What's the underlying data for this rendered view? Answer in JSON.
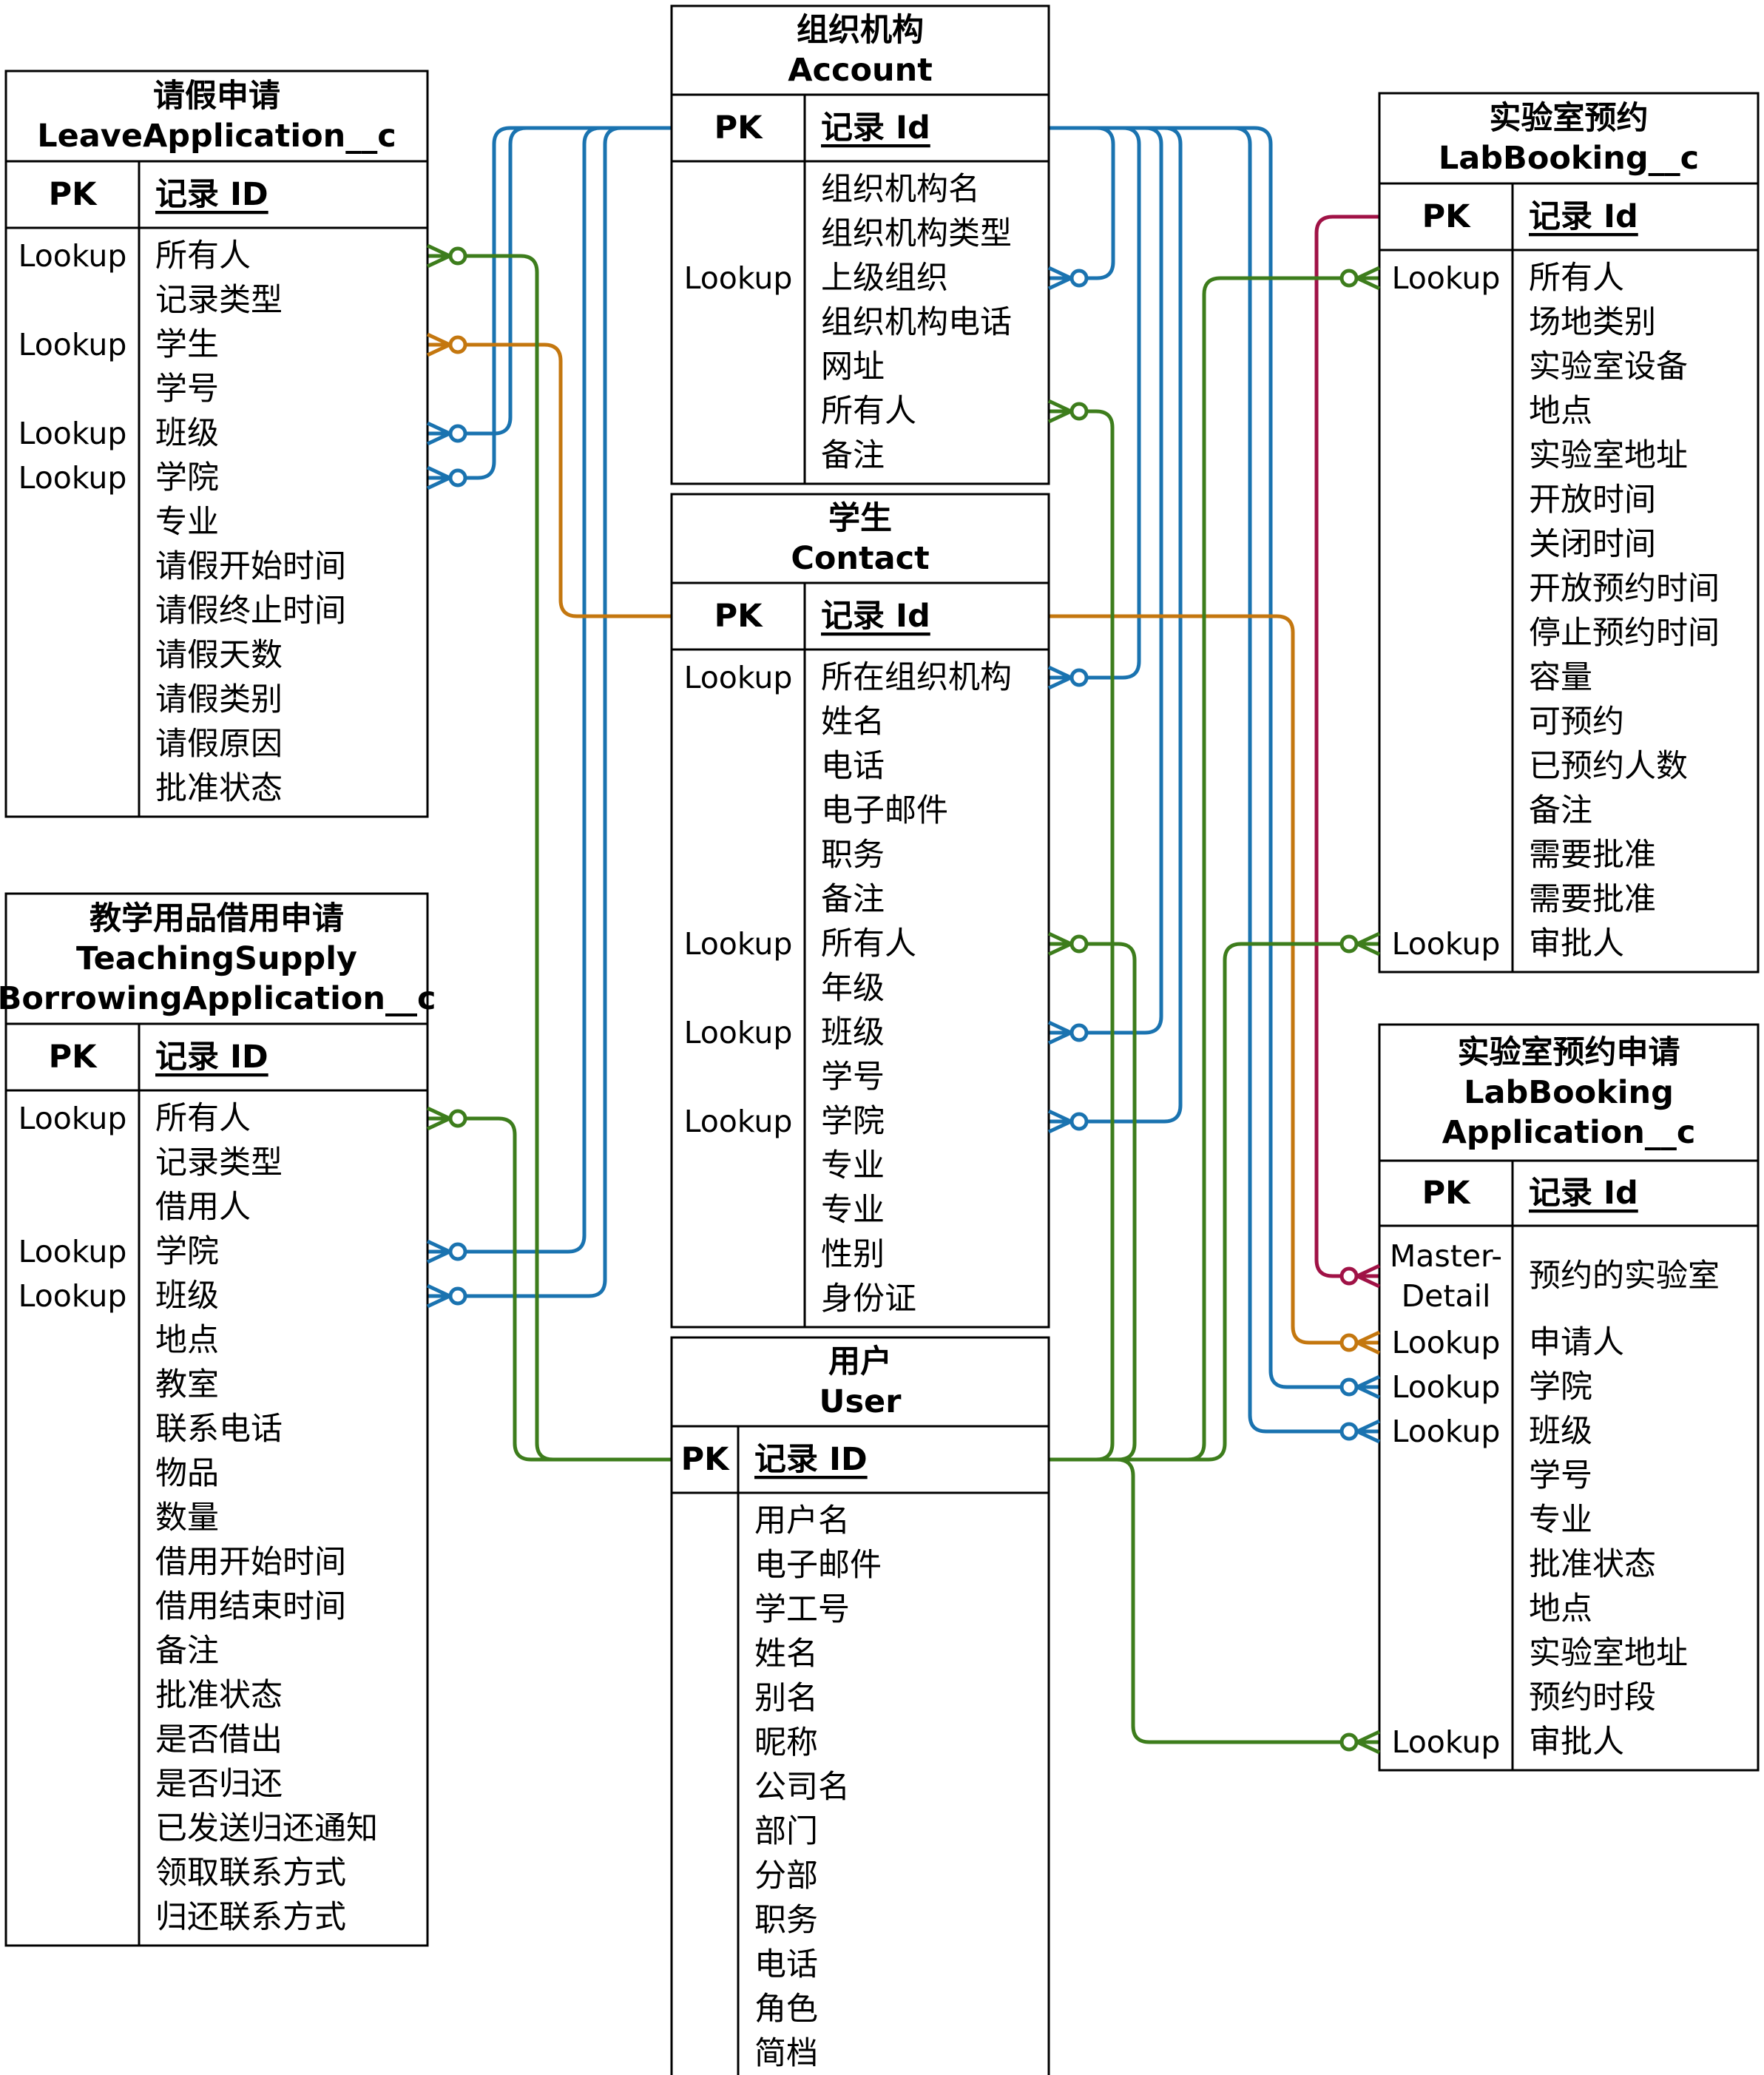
{
  "colors": {
    "line": "#000000",
    "account_rel": "#1a73b0",
    "user_rel": "#3d7d1c",
    "contact_rel": "#c4770f",
    "master_detail_rel": "#a01246"
  },
  "entities": {
    "leave": {
      "title_cn": "请假申请",
      "title_en": [
        "LeaveApplication__c"
      ],
      "pk_label": "PK",
      "pk_field": "记录 ID",
      "fields": [
        {
          "key": "Lookup",
          "name": "所有人"
        },
        {
          "key": "",
          "name": "记录类型"
        },
        {
          "key": "Lookup",
          "name": "学生"
        },
        {
          "key": "",
          "name": "学号"
        },
        {
          "key": "Lookup",
          "name": "班级"
        },
        {
          "key": "Lookup",
          "name": "学院"
        },
        {
          "key": "",
          "name": "专业"
        },
        {
          "key": "",
          "name": "请假开始时间"
        },
        {
          "key": "",
          "name": "请假终止时间"
        },
        {
          "key": "",
          "name": "请假天数"
        },
        {
          "key": "",
          "name": "请假类别"
        },
        {
          "key": "",
          "name": "请假原因"
        },
        {
          "key": "",
          "name": "批准状态"
        }
      ]
    },
    "teaching": {
      "title_cn": "教学用品借用申请",
      "title_en": [
        "TeachingSupply",
        "BorrowingApplication__c"
      ],
      "pk_label": "PK",
      "pk_field": "记录 ID",
      "fields": [
        {
          "key": "Lookup",
          "name": "所有人"
        },
        {
          "key": "",
          "name": "记录类型"
        },
        {
          "key": "",
          "name": "借用人"
        },
        {
          "key": "Lookup",
          "name": "学院"
        },
        {
          "key": "Lookup",
          "name": "班级"
        },
        {
          "key": "",
          "name": "地点"
        },
        {
          "key": "",
          "name": "教室"
        },
        {
          "key": "",
          "name": "联系电话"
        },
        {
          "key": "",
          "name": "物品"
        },
        {
          "key": "",
          "name": "数量"
        },
        {
          "key": "",
          "name": "借用开始时间"
        },
        {
          "key": "",
          "name": "借用结束时间"
        },
        {
          "key": "",
          "name": "备注"
        },
        {
          "key": "",
          "name": "批准状态"
        },
        {
          "key": "",
          "name": "是否借出"
        },
        {
          "key": "",
          "name": "是否归还"
        },
        {
          "key": "",
          "name": "已发送归还通知"
        },
        {
          "key": "",
          "name": "领取联系方式"
        },
        {
          "key": "",
          "name": "归还联系方式"
        }
      ]
    },
    "account": {
      "title_cn": "组织机构",
      "title_en": [
        "Account"
      ],
      "pk_label": "PK",
      "pk_field": "记录 Id",
      "fields": [
        {
          "key": "",
          "name": "组织机构名"
        },
        {
          "key": "",
          "name": "组织机构类型"
        },
        {
          "key": "Lookup",
          "name": "上级组织"
        },
        {
          "key": "",
          "name": "组织机构电话"
        },
        {
          "key": "",
          "name": "网址"
        },
        {
          "key": "",
          "name": "所有人"
        },
        {
          "key": "",
          "name": "备注"
        }
      ]
    },
    "contact": {
      "title_cn": "学生",
      "title_en": [
        "Contact"
      ],
      "pk_label": "PK",
      "pk_field": "记录 Id",
      "fields": [
        {
          "key": "Lookup",
          "name": "所在组织机构"
        },
        {
          "key": "",
          "name": "姓名"
        },
        {
          "key": "",
          "name": "电话"
        },
        {
          "key": "",
          "name": "电子邮件"
        },
        {
          "key": "",
          "name": "职务"
        },
        {
          "key": "",
          "name": "备注"
        },
        {
          "key": "Lookup",
          "name": "所有人"
        },
        {
          "key": "",
          "name": "年级"
        },
        {
          "key": "Lookup",
          "name": "班级"
        },
        {
          "key": "",
          "name": "学号"
        },
        {
          "key": "Lookup",
          "name": "学院"
        },
        {
          "key": "",
          "name": "专业"
        },
        {
          "key": "",
          "name": "专业"
        },
        {
          "key": "",
          "name": "性别"
        },
        {
          "key": "",
          "name": "身份证"
        }
      ]
    },
    "user": {
      "title_cn": "用户",
      "title_en": [
        "User"
      ],
      "pk_label": "PK",
      "pk_field": "记录 ID",
      "fields": [
        {
          "key": "",
          "name": "用户名"
        },
        {
          "key": "",
          "name": "电子邮件"
        },
        {
          "key": "",
          "name": "学工号"
        },
        {
          "key": "",
          "name": "姓名"
        },
        {
          "key": "",
          "name": "别名"
        },
        {
          "key": "",
          "name": "昵称"
        },
        {
          "key": "",
          "name": "公司名"
        },
        {
          "key": "",
          "name": "部门"
        },
        {
          "key": "",
          "name": "分部"
        },
        {
          "key": "",
          "name": "职务"
        },
        {
          "key": "",
          "name": "电话"
        },
        {
          "key": "",
          "name": "角色"
        },
        {
          "key": "",
          "name": "简档"
        }
      ]
    },
    "lab": {
      "title_cn": "实验室预约",
      "title_en": [
        "LabBooking__c"
      ],
      "pk_label": "PK",
      "pk_field": "记录 Id",
      "fields": [
        {
          "key": "Lookup",
          "name": "所有人"
        },
        {
          "key": "",
          "name": "场地类别"
        },
        {
          "key": "",
          "name": "实验室设备"
        },
        {
          "key": "",
          "name": "地点"
        },
        {
          "key": "",
          "name": "实验室地址"
        },
        {
          "key": "",
          "name": "开放时间"
        },
        {
          "key": "",
          "name": "关闭时间"
        },
        {
          "key": "",
          "name": "开放预约时间"
        },
        {
          "key": "",
          "name": "停止预约时间"
        },
        {
          "key": "",
          "name": "容量"
        },
        {
          "key": "",
          "name": "可预约"
        },
        {
          "key": "",
          "name": "已预约人数"
        },
        {
          "key": "",
          "name": "备注"
        },
        {
          "key": "",
          "name": "需要批准"
        },
        {
          "key": "",
          "name": "需要批准"
        },
        {
          "key": "Lookup",
          "name": "审批人"
        }
      ]
    },
    "labapp": {
      "title_cn": "实验室预约申请",
      "title_en": [
        "LabBooking",
        "Application__c"
      ],
      "pk_label": "PK",
      "pk_field": "记录 Id",
      "fields": [
        {
          "key": "Master-\nDetail",
          "name": "预约的实验室"
        },
        {
          "key": "Lookup",
          "name": "申请人"
        },
        {
          "key": "Lookup",
          "name": "学院"
        },
        {
          "key": "Lookup",
          "name": "班级"
        },
        {
          "key": "",
          "name": "学号"
        },
        {
          "key": "",
          "name": "专业"
        },
        {
          "key": "",
          "name": "批准状态"
        },
        {
          "key": "",
          "name": "地点"
        },
        {
          "key": "",
          "name": "实验室地址"
        },
        {
          "key": "",
          "name": "预约时段"
        },
        {
          "key": "Lookup",
          "name": "审批人"
        }
      ]
    }
  },
  "relationships": [
    {
      "from": "account",
      "to": "leave",
      "field": "班级",
      "type": "account_rel"
    },
    {
      "from": "account",
      "to": "leave",
      "field": "学院",
      "type": "account_rel"
    },
    {
      "from": "account",
      "to": "teaching",
      "field": "学院",
      "type": "account_rel"
    },
    {
      "from": "account",
      "to": "teaching",
      "field": "班级",
      "type": "account_rel"
    },
    {
      "from": "account",
      "to": "account",
      "field": "上级组织",
      "type": "account_rel"
    },
    {
      "from": "account",
      "to": "contact",
      "field": "所在组织机构",
      "type": "account_rel"
    },
    {
      "from": "account",
      "to": "contact",
      "field": "班级",
      "type": "account_rel"
    },
    {
      "from": "account",
      "to": "contact",
      "field": "学院",
      "type": "account_rel"
    },
    {
      "from": "account",
      "to": "labapp",
      "field": "学院",
      "type": "account_rel"
    },
    {
      "from": "account",
      "to": "labapp",
      "field": "班级",
      "type": "account_rel"
    },
    {
      "from": "contact",
      "to": "leave",
      "field": "学生",
      "type": "contact_rel"
    },
    {
      "from": "contact",
      "to": "labapp",
      "field": "申请人",
      "type": "contact_rel"
    },
    {
      "from": "lab",
      "to": "labapp",
      "field": "预约的实验室",
      "type": "master_detail_rel"
    },
    {
      "from": "user",
      "to": "leave",
      "field": "所有人",
      "type": "user_rel"
    },
    {
      "from": "user",
      "to": "teaching",
      "field": "所有人",
      "type": "user_rel"
    },
    {
      "from": "user",
      "to": "account",
      "field": "所有人",
      "type": "user_rel"
    },
    {
      "from": "user",
      "to": "contact",
      "field": "所有人",
      "type": "user_rel"
    },
    {
      "from": "user",
      "to": "lab",
      "field": "所有人",
      "type": "user_rel"
    },
    {
      "from": "user",
      "to": "lab",
      "field": "审批人",
      "type": "user_rel"
    },
    {
      "from": "user",
      "to": "labapp",
      "field": "审批人",
      "type": "user_rel"
    }
  ]
}
